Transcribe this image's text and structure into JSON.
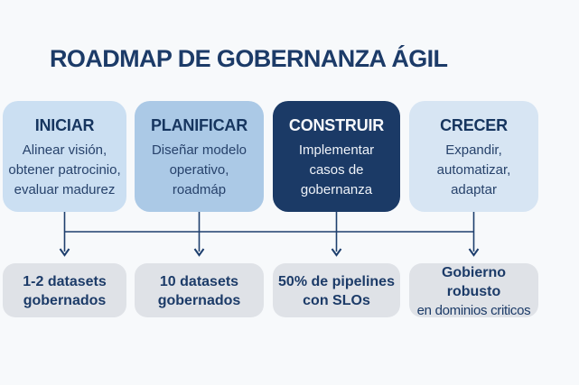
{
  "title": "ROADMAP DE GOBERNANZA ÁGIL",
  "colors": {
    "background": "#f7f9fb",
    "title_text": "#1c3b68",
    "phase_iniciar_bg": "#cbdff2",
    "phase_planificar_bg": "#abc9e6",
    "phase_construir_bg": "#1b3a66",
    "phase_construir_text": "#f6f8fb",
    "phase_crecer_bg": "#d7e5f3",
    "outcome_bg": "#dfe2e7",
    "connector_line": "#1e3f6e"
  },
  "columns": [
    {
      "phase": "INICIAR",
      "description_lines": [
        "Alinear visión,",
        "obtener patrocinio,",
        "evaluar madurez"
      ],
      "outcome_lines": [
        "1-2 datasets",
        "gobernados"
      ]
    },
    {
      "phase": "PLANIFICAR",
      "description_lines": [
        "Diseñar modelo",
        "operativo,",
        "roadmáp"
      ],
      "outcome_lines": [
        "10 datasets",
        "gobernados"
      ]
    },
    {
      "phase": "CONSTRUIR",
      "description_lines": [
        "Implementar",
        "casos de",
        "gobernanza"
      ],
      "outcome_lines": [
        "50% de pipelines",
        "con SLOs"
      ]
    },
    {
      "phase": "CRECER",
      "description_lines": [
        "Expandir,",
        "automatizar,",
        "adaptar"
      ],
      "outcome_lines": [
        "Gobierno robusto",
        "en dominios criticos"
      ]
    }
  ]
}
